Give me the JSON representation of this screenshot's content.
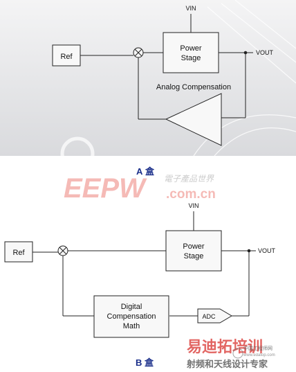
{
  "colors": {
    "wire": "#222222",
    "panel_top": "#f2f2f3",
    "panel_bottom": "#dcdde0",
    "block_fill": "#f7f7f7",
    "caption": "#1a2e8a",
    "watermark_red": "#e23a2f",
    "watermark_cn": "#c8c8c8",
    "logo2_red": "#d8322e",
    "logo2_gray": "#444444"
  },
  "diagram_a": {
    "ref": "Ref",
    "vin": "VIN",
    "power_stage_line1": "Power",
    "power_stage_line2": "Stage",
    "vout": "VOUT",
    "compensation": "Analog Compensation",
    "caption_letter": "A",
    "caption_box": "盒"
  },
  "watermark": {
    "eepw": "EEPW",
    "cn_text": "電子產品世界",
    "url": ".com.cn"
  },
  "diagram_b": {
    "ref": "Ref",
    "vin": "VIN",
    "power_stage_line1": "Power",
    "power_stage_line2": "Stage",
    "vout": "VOUT",
    "digital_line1": "Digital",
    "digital_line2": "Compensation",
    "digital_line3": "Math",
    "adc": "ADC",
    "caption_letter": "B",
    "caption_box": "盒"
  },
  "logo_bottom": {
    "brand": "易迪拓培训",
    "subtitle": "射频和天线设计专家",
    "small_text": "中国工程师网",
    "url": "www.edatop.com"
  }
}
